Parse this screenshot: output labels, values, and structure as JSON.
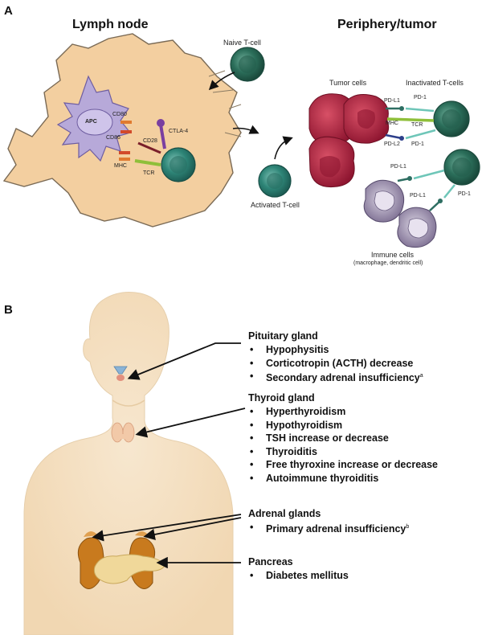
{
  "panelA": {
    "letter": "A",
    "lymph_node_title": "Lymph node",
    "periphery_title": "Periphery/tumor",
    "labels": {
      "naive_tcell": "Naive T-cell",
      "activated_tcell": "Activated T-cell",
      "tumor_cells": "Tumor cells",
      "inactivated_tcells": "Inactivated T-cells",
      "apc": "APC",
      "cd80": "CD80",
      "cd86": "CD86",
      "cd28": "CD28",
      "ctla4": "CTLA-4",
      "mhc": "MHC",
      "tcr": "TCR",
      "pdl1_a": "PD-L1",
      "pd1_a": "PD-1",
      "mhc2": "MHC",
      "tcr2": "TCR",
      "pdl2": "PD-L2",
      "pd1_b": "PD-1",
      "pdl1_b": "PD-L1",
      "pdl1_c": "PD-L1",
      "pd1_c": "PD-1",
      "immune_cells": "Immune cells",
      "immune_cells_sub": "(macrophage, dendritic cell)"
    }
  },
  "panelB": {
    "letter": "B",
    "pituitary": {
      "title": "Pituitary gland",
      "items": [
        "Hypophysitis",
        "Corticotropin (ACTH) decrease",
        "Secondary adrenal insufficiency"
      ],
      "sup": "a"
    },
    "thyroid": {
      "title": "Thyroid gland",
      "items": [
        "Hyperthyroidism",
        "Hypothyroidism",
        "TSH increase or decrease",
        "Thyroiditis",
        "Free thyroxine increase or decrease",
        "Autoimmune thyroiditis"
      ]
    },
    "adrenal": {
      "title": "Adrenal glands",
      "items": [
        "Primary adrenal insufficiency"
      ],
      "sup": "b"
    },
    "pancreas": {
      "title": "Pancreas",
      "items": [
        "Diabetes mellitus"
      ]
    }
  },
  "colors": {
    "lymph_node": "#f3cfa0",
    "apc": "#b7a9d9",
    "tcell": "#2e8577",
    "tumor": "#b81e3c",
    "immune": "#9b8fb0",
    "body": "#f4dfc2",
    "adrenal": "#c87a1e",
    "pancreas": "#f0d89a"
  }
}
